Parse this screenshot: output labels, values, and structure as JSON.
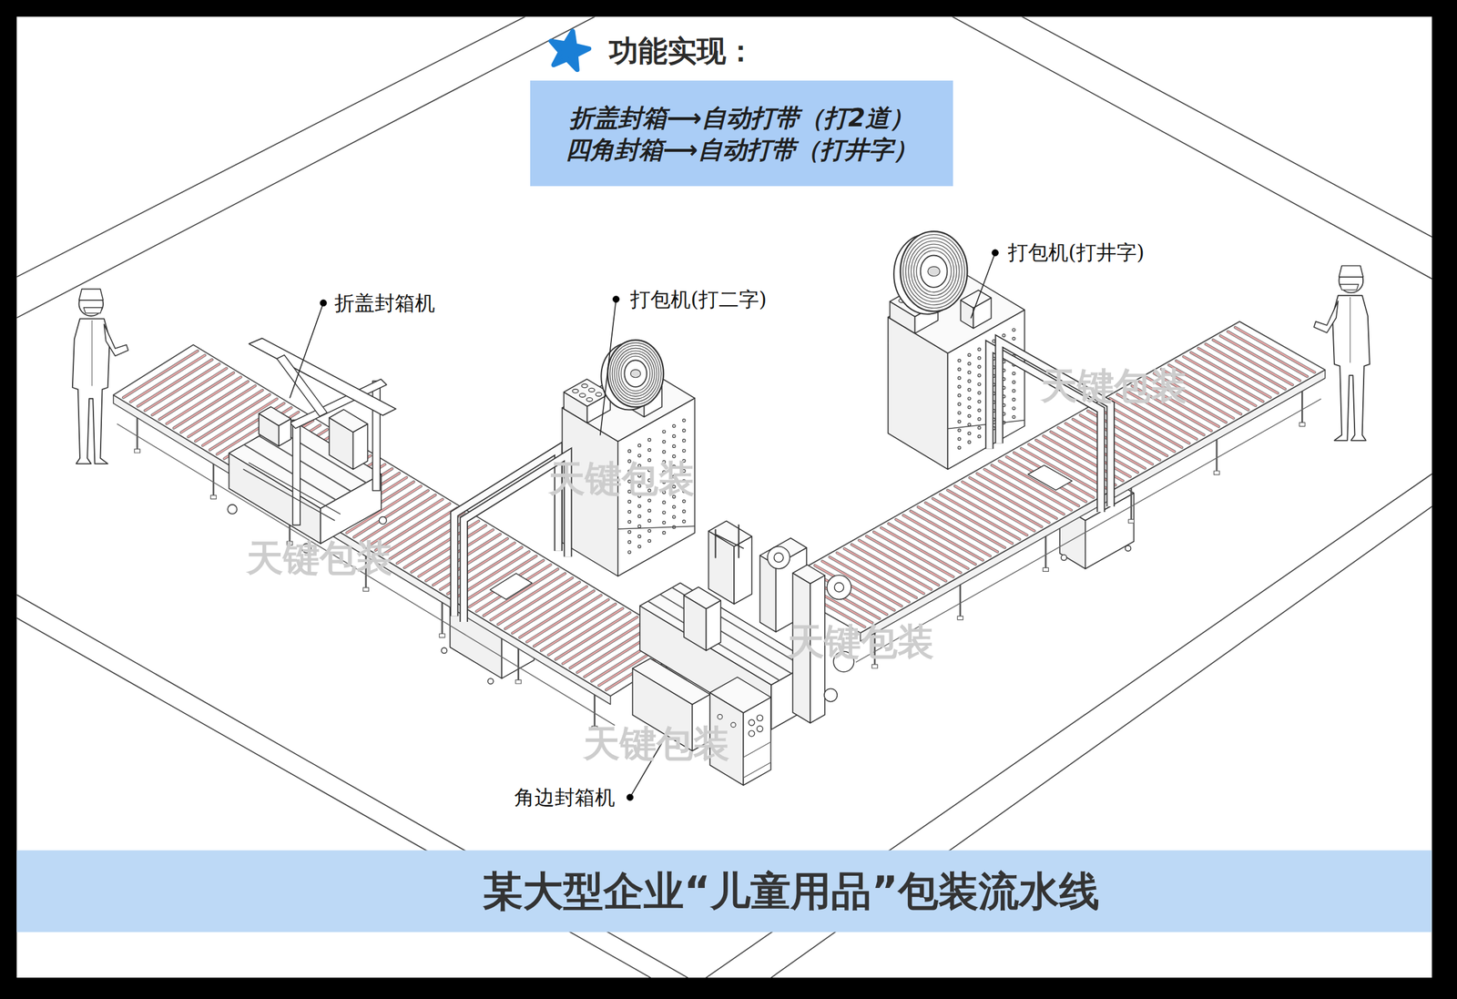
{
  "diagram": {
    "title": "某大型企业“儿童用品”包装流水线",
    "nodes": [
      {
        "text": [
          "功能实现：",
          "折盖封箱⟶自动打带（打2道）",
          "四角封箱⟶自动打带（打井字）"
        ]
      }
    ],
    "labels": [
      "折盖封箱机",
      "打包机(打二字)",
      "打包机(打井字)",
      "角边封箱机",
      "天键包装",
      "天键包装",
      "天键包装",
      "天键包装",
      "天键包装"
    ]
  }
}
